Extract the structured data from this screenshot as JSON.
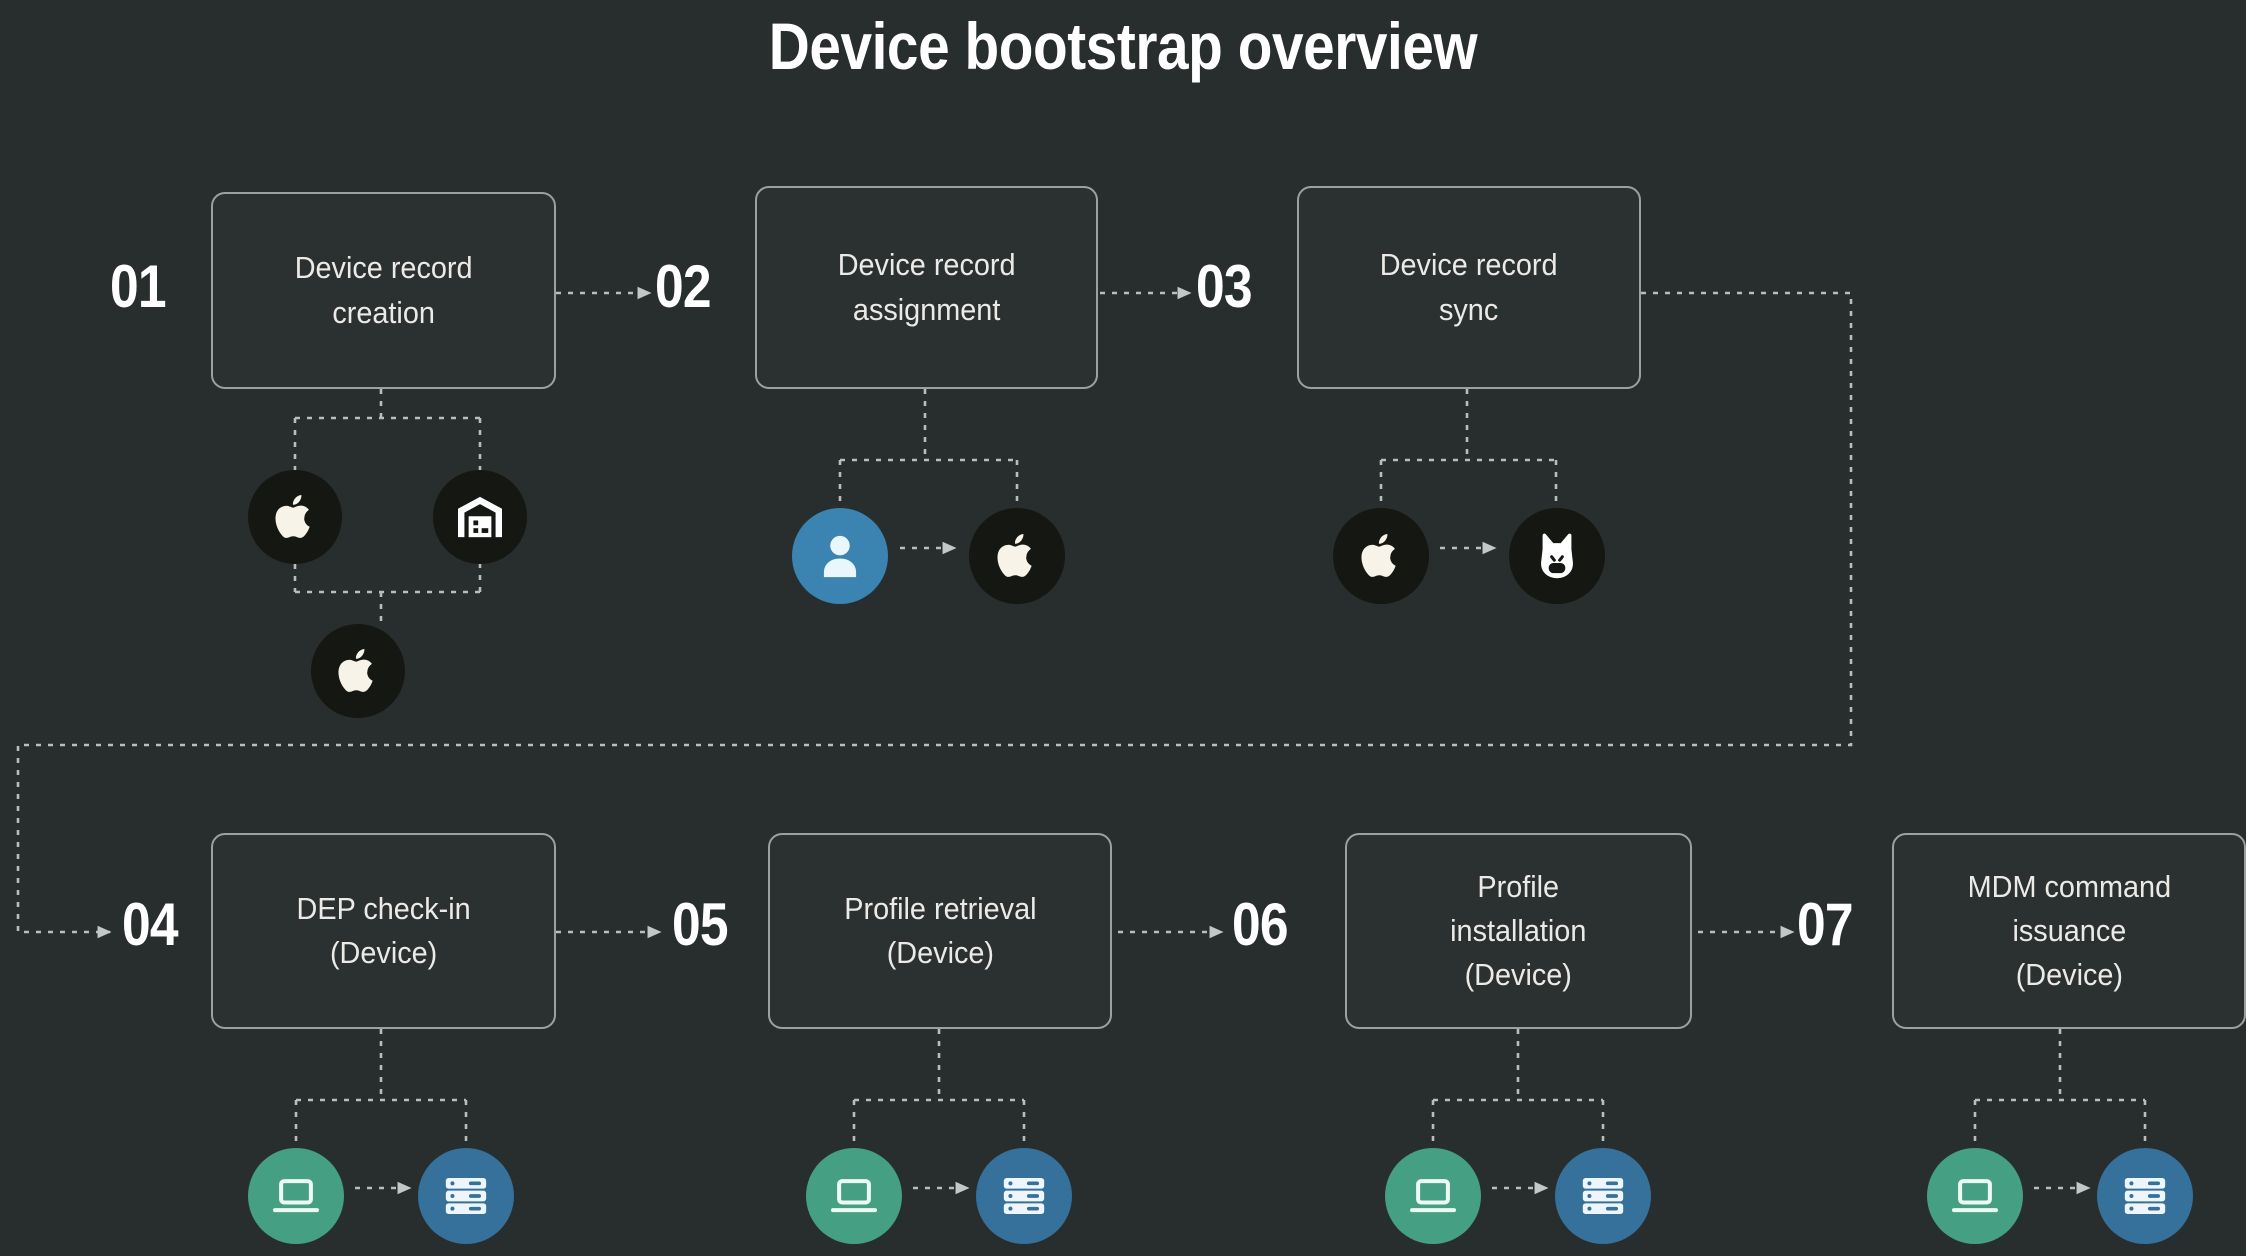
{
  "page": {
    "title": "Device bootstrap overview",
    "background_color": "#282d2d",
    "box_border_color": "#9aa1a0",
    "box_fill_color": "#2b3131",
    "text_color": "#eceae6",
    "connector_color": "#b9bdbc",
    "accent_blue": "#3b83b0",
    "accent_green": "#45a083",
    "accent_steel": "#35719b",
    "accent_dark": "#141712"
  },
  "steps": [
    {
      "number": "01",
      "label": "Device record\ncreation",
      "icons": [
        {
          "name": "apple-icon",
          "shape": "apple",
          "bubble": "dark"
        },
        {
          "name": "warehouse-icon",
          "shape": "warehouse",
          "bubble": "dark"
        },
        {
          "name": "apple-icon",
          "shape": "apple",
          "bubble": "dark"
        }
      ]
    },
    {
      "number": "02",
      "label": "Device record\nassignment",
      "icons": [
        {
          "name": "user-icon",
          "shape": "user",
          "bubble": "blue"
        },
        {
          "name": "apple-icon",
          "shape": "apple",
          "bubble": "dark"
        }
      ]
    },
    {
      "number": "03",
      "label": "Device record\nsync",
      "icons": [
        {
          "name": "apple-icon",
          "shape": "apple",
          "bubble": "dark"
        },
        {
          "name": "jamf-dog-icon",
          "shape": "dog",
          "bubble": "dark"
        }
      ]
    },
    {
      "number": "04",
      "label": "DEP check-in\n(Device)",
      "icons": [
        {
          "name": "laptop-icon",
          "shape": "laptop",
          "bubble": "green"
        },
        {
          "name": "server-icon",
          "shape": "server",
          "bubble": "steel"
        }
      ]
    },
    {
      "number": "05",
      "label": "Profile retrieval\n(Device)",
      "icons": [
        {
          "name": "laptop-icon",
          "shape": "laptop",
          "bubble": "green"
        },
        {
          "name": "server-icon",
          "shape": "server",
          "bubble": "steel"
        }
      ]
    },
    {
      "number": "06",
      "label": "Profile\ninstallation\n(Device)",
      "icons": [
        {
          "name": "laptop-icon",
          "shape": "laptop",
          "bubble": "green"
        },
        {
          "name": "server-icon",
          "shape": "server",
          "bubble": "steel"
        }
      ]
    },
    {
      "number": "07",
      "label": "MDM command\nissuance\n(Device)",
      "icons": [
        {
          "name": "laptop-icon",
          "shape": "laptop",
          "bubble": "green"
        },
        {
          "name": "server-icon",
          "shape": "server",
          "bubble": "steel"
        }
      ]
    }
  ]
}
